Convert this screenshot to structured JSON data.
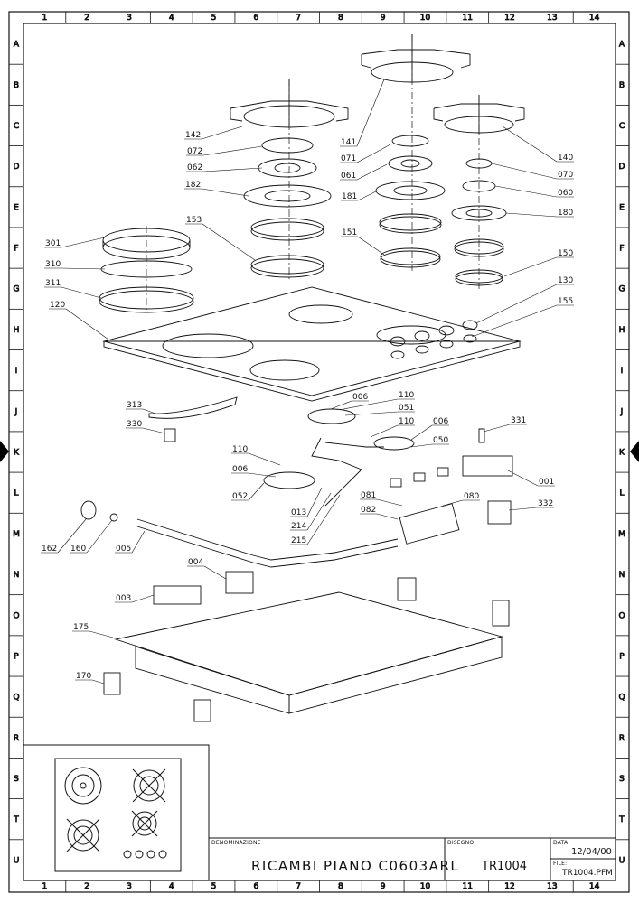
{
  "sheet": {
    "column_labels": [
      "1",
      "2",
      "3",
      "4",
      "5",
      "6",
      "7",
      "8",
      "9",
      "10",
      "11",
      "12",
      "13",
      "14"
    ],
    "row_labels": [
      "A",
      "B",
      "C",
      "D",
      "E",
      "F",
      "G",
      "H",
      "I",
      "J",
      "K",
      "L",
      "M",
      "N",
      "O",
      "P",
      "Q",
      "R",
      "S",
      "T",
      "U"
    ]
  },
  "parts": [
    {
      "code": "142"
    },
    {
      "code": "072"
    },
    {
      "code": "062"
    },
    {
      "code": "182"
    },
    {
      "code": "153"
    },
    {
      "code": "141"
    },
    {
      "code": "071"
    },
    {
      "code": "061"
    },
    {
      "code": "181"
    },
    {
      "code": "151"
    },
    {
      "code": "140"
    },
    {
      "code": "070"
    },
    {
      "code": "060"
    },
    {
      "code": "180"
    },
    {
      "code": "150"
    },
    {
      "code": "130"
    },
    {
      "code": "155"
    },
    {
      "code": "301"
    },
    {
      "code": "310"
    },
    {
      "code": "311"
    },
    {
      "code": "120"
    },
    {
      "code": "313"
    },
    {
      "code": "330"
    },
    {
      "code": "006"
    },
    {
      "code": "110"
    },
    {
      "code": "051"
    },
    {
      "code": "110"
    },
    {
      "code": "006"
    },
    {
      "code": "331"
    },
    {
      "code": "050"
    },
    {
      "code": "110"
    },
    {
      "code": "006"
    },
    {
      "code": "052"
    },
    {
      "code": "001"
    },
    {
      "code": "081"
    },
    {
      "code": "080"
    },
    {
      "code": "082"
    },
    {
      "code": "332"
    },
    {
      "code": "013"
    },
    {
      "code": "214"
    },
    {
      "code": "215"
    },
    {
      "code": "162"
    },
    {
      "code": "160"
    },
    {
      "code": "005"
    },
    {
      "code": "004"
    },
    {
      "code": "003"
    },
    {
      "code": "175"
    },
    {
      "code": "170"
    }
  ],
  "title_block": {
    "denominazione_label": "DENOMINAZIONE",
    "title": "RICAMBI PIANO C0603ARL",
    "disegno_label": "DISEGNO",
    "drawing_code": "TR1004",
    "data_label": "DATA",
    "date": "12/04/00",
    "file_label": "FILE:",
    "file": "TR1004.PFM"
  }
}
